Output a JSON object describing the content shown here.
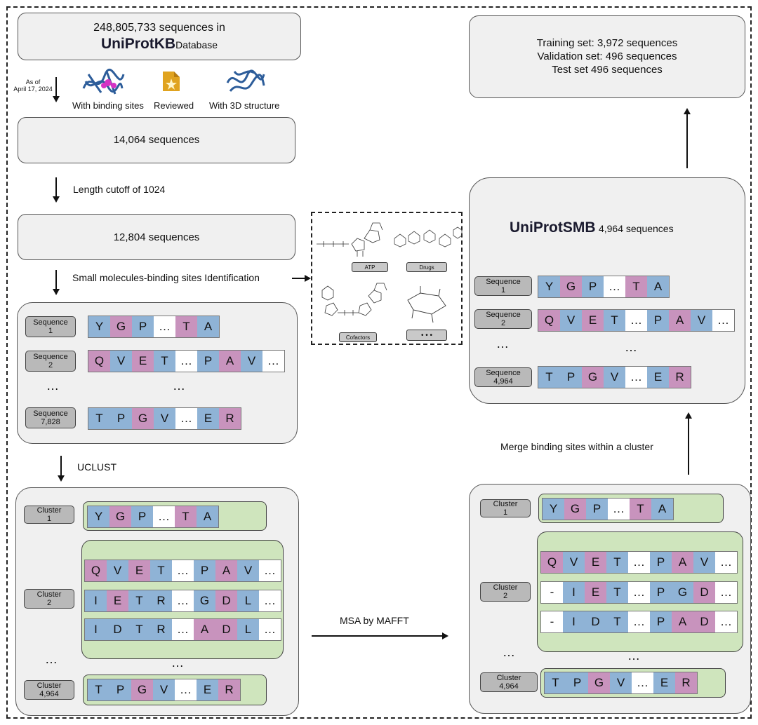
{
  "top_box": {
    "line1": "248,805,733 sequences in",
    "brand": "UniProtKB",
    "suffix": "Database"
  },
  "filter": {
    "date": "As of\nApril 17, 2024",
    "icons": [
      "With binding sites",
      "Reviewed",
      "With 3D structure"
    ]
  },
  "box_14064": "14,064 sequences",
  "length_cutoff": "Length cutoff of 1024",
  "box_12804": "12,804 sequences",
  "identification": "Small molecules-binding sites Identification",
  "molecules_panel": {
    "atp": "ATP",
    "drugs": "Drugs",
    "cofactors": "Cofactors",
    "more": "• • •"
  },
  "seq_panel": {
    "rows": [
      {
        "label": [
          "Sequence",
          "1"
        ],
        "cells": [
          "Y",
          "G",
          "P",
          "…",
          "T",
          "A"
        ],
        "colors": [
          "b",
          "p",
          "b",
          "w",
          "p",
          "b"
        ]
      },
      {
        "label": [
          "Sequence",
          "2"
        ],
        "cells": [
          "Q",
          "V",
          "E",
          "T",
          "…",
          "P",
          "A",
          "V",
          "…"
        ],
        "colors": [
          "p",
          "b",
          "p",
          "b",
          "w",
          "b",
          "p",
          "b",
          "w"
        ]
      },
      {
        "label": [
          "Sequence",
          "7,828"
        ],
        "cells": [
          "T",
          "P",
          "G",
          "V",
          "…",
          "E",
          "R"
        ],
        "colors": [
          "b",
          "b",
          "p",
          "b",
          "w",
          "b",
          "p"
        ]
      }
    ],
    "ellipsis_left": "…",
    "ellipsis_mid": "…"
  },
  "uclust": "UCLUST",
  "cluster_panel": {
    "c1": {
      "label": [
        "Cluster",
        "1"
      ],
      "cells": [
        "Y",
        "G",
        "P",
        "…",
        "T",
        "A"
      ],
      "colors": [
        "b",
        "p",
        "b",
        "w",
        "p",
        "b"
      ]
    },
    "c2": {
      "label": [
        "Cluster",
        "2"
      ],
      "rows": [
        {
          "cells": [
            "Q",
            "V",
            "E",
            "T",
            "…",
            "P",
            "A",
            "V",
            "…"
          ],
          "colors": [
            "p",
            "b",
            "p",
            "b",
            "w",
            "b",
            "p",
            "b",
            "w"
          ]
        },
        {
          "cells": [
            "I",
            "E",
            "T",
            "R",
            "…",
            "G",
            "D",
            "L",
            "…"
          ],
          "colors": [
            "b",
            "p",
            "b",
            "b",
            "w",
            "b",
            "p",
            "b",
            "w"
          ]
        },
        {
          "cells": [
            "I",
            "D",
            "T",
            "R",
            "…",
            "A",
            "D",
            "L",
            "…"
          ],
          "colors": [
            "b",
            "b",
            "b",
            "b",
            "w",
            "p",
            "p",
            "b",
            "w"
          ]
        }
      ]
    },
    "c3": {
      "label": [
        "Cluster",
        "4,964"
      ],
      "cells": [
        "T",
        "P",
        "G",
        "V",
        "…",
        "E",
        "R"
      ],
      "colors": [
        "b",
        "b",
        "p",
        "b",
        "w",
        "b",
        "p"
      ]
    },
    "ellipsis_left": "…",
    "ellipsis_mid": "…"
  },
  "msa": "MSA by MAFFT",
  "msa_panel": {
    "c1": {
      "label": [
        "Cluster",
        "1"
      ],
      "cells": [
        "Y",
        "G",
        "P",
        "…",
        "T",
        "A"
      ],
      "colors": [
        "b",
        "p",
        "b",
        "w",
        "p",
        "b"
      ]
    },
    "c2": {
      "label": [
        "Cluster",
        "2"
      ],
      "rows": [
        {
          "cells": [
            "Q",
            "V",
            "E",
            "T",
            "…",
            "P",
            "A",
            "V",
            "…"
          ],
          "colors": [
            "p",
            "b",
            "p",
            "b",
            "w",
            "b",
            "p",
            "b",
            "w"
          ]
        },
        {
          "cells": [
            "-",
            "I",
            "E",
            "T",
            "…",
            "P",
            "G",
            "D",
            "…"
          ],
          "colors": [
            "w",
            "b",
            "p",
            "b",
            "w",
            "b",
            "b",
            "p",
            "w"
          ]
        },
        {
          "cells": [
            "-",
            "I",
            "D",
            "T",
            "…",
            "P",
            "A",
            "D",
            "…"
          ],
          "colors": [
            "w",
            "b",
            "b",
            "b",
            "w",
            "b",
            "p",
            "p",
            "w"
          ]
        }
      ]
    },
    "c3": {
      "label": [
        "Cluster",
        "4,964"
      ],
      "cells": [
        "T",
        "P",
        "G",
        "V",
        "…",
        "E",
        "R"
      ],
      "colors": [
        "b",
        "b",
        "p",
        "b",
        "w",
        "b",
        "p"
      ]
    },
    "ellipsis_left": "…",
    "ellipsis_mid": "…"
  },
  "merge": "Merge binding sites within a cluster",
  "smb_panel": {
    "title": "UniProtSMB",
    "subtitle": "4,964 sequences",
    "rows": [
      {
        "label": [
          "Sequence",
          "1"
        ],
        "cells": [
          "Y",
          "G",
          "P",
          "…",
          "T",
          "A"
        ],
        "colors": [
          "b",
          "p",
          "b",
          "w",
          "p",
          "b"
        ]
      },
      {
        "label": [
          "Sequence",
          "2"
        ],
        "cells": [
          "Q",
          "V",
          "E",
          "T",
          "…",
          "P",
          "A",
          "V",
          "…"
        ],
        "colors": [
          "p",
          "b",
          "p",
          "b",
          "w",
          "b",
          "p",
          "b",
          "w"
        ]
      },
      {
        "label": [
          "Sequence",
          "4,964"
        ],
        "cells": [
          "T",
          "P",
          "G",
          "V",
          "…",
          "E",
          "R"
        ],
        "colors": [
          "b",
          "b",
          "p",
          "b",
          "w",
          "b",
          "p"
        ]
      }
    ],
    "ellipsis_left": "…",
    "ellipsis_mid": "…"
  },
  "splits": {
    "training": "Training set: 3,972 sequences",
    "validation": "Validation set: 496 sequences",
    "test": "Test set 496 sequences"
  }
}
